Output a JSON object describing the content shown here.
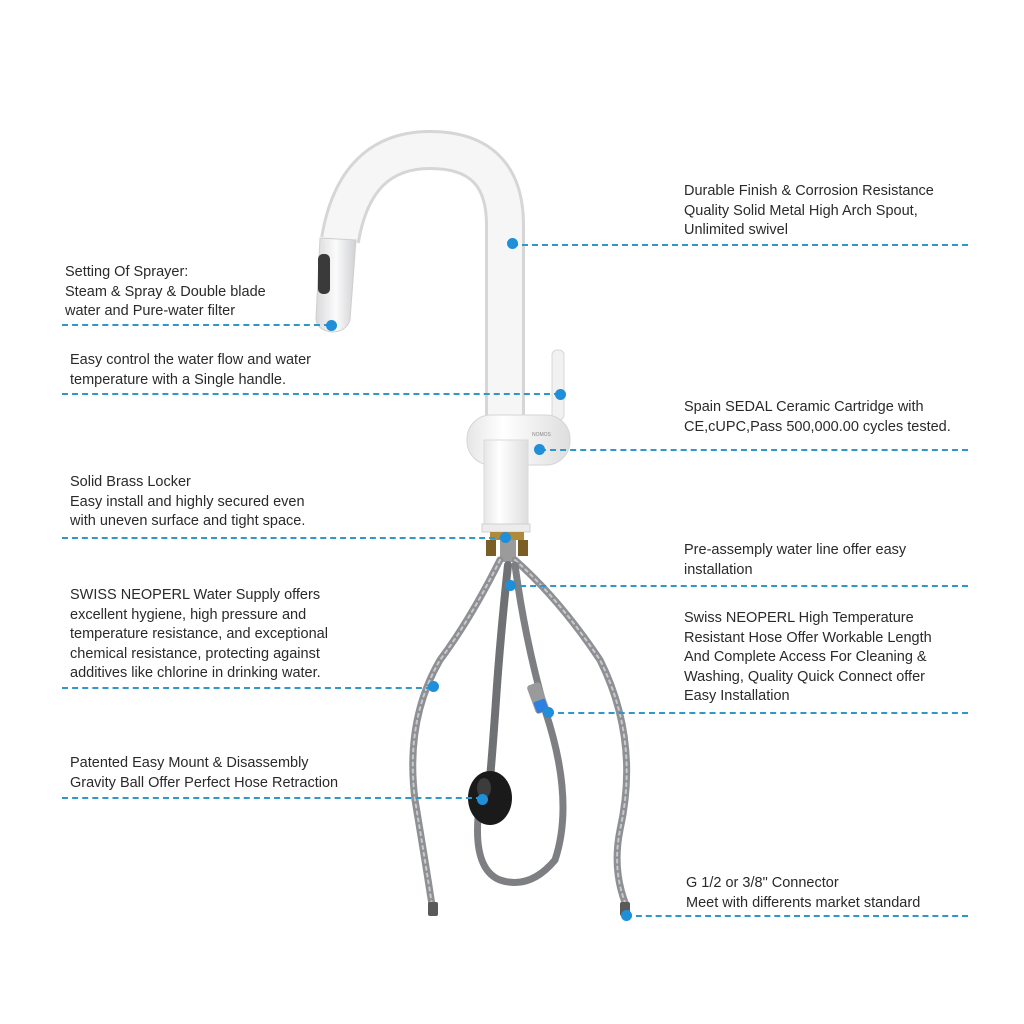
{
  "colors": {
    "leader": "#2f97c9",
    "dot": "#1e8fd8",
    "faucet_body": "#f4f4f4",
    "hose": "#8a8c90",
    "ball": "#1a1a1a"
  },
  "callouts": [
    {
      "id": "spout",
      "lines": [
        "Durable Finish & Corrosion Resistance",
        "Quality Solid Metal High Arch Spout,",
        "Unlimited swivel"
      ]
    },
    {
      "id": "sprayer",
      "lines": [
        "Setting Of Sprayer:",
        "Steam & Spray & Double blade",
        "water and Pure-water filter"
      ]
    },
    {
      "id": "handle",
      "lines": [
        "Easy control the water flow and water",
        "temperature with a Single handle."
      ]
    },
    {
      "id": "cartridge",
      "lines": [
        "Spain SEDAL Ceramic Cartridge with",
        "CE,cUPC,Pass 500,000.00 cycles tested."
      ]
    },
    {
      "id": "locker",
      "lines": [
        "Solid Brass Locker",
        "Easy install and highly secured even",
        "with uneven surface and tight space."
      ]
    },
    {
      "id": "waterline",
      "lines": [
        "Pre-assemply water line offer easy",
        "installation"
      ]
    },
    {
      "id": "supply",
      "lines": [
        "SWISS NEOPERL Water Supply offers",
        "excellent hygiene, high pressure and",
        "temperature resistance, and exceptional",
        "chemical resistance, protecting against",
        "additives like chlorine in drinking water."
      ]
    },
    {
      "id": "hose",
      "lines": [
        "Swiss NEOPERL High Temperature",
        "Resistant Hose Offer Workable Length",
        "And Complete Access For Cleaning &",
        "Washing, Quality Quick Connect offer",
        "Easy Installation"
      ]
    },
    {
      "id": "ball",
      "lines": [
        "Patented Easy Mount & Disassembly",
        "Gravity Ball Offer Perfect Hose Retraction"
      ]
    },
    {
      "id": "connector",
      "lines": [
        "G 1/2 or 3/8\" Connector",
        "Meet with differents market standard"
      ]
    }
  ]
}
